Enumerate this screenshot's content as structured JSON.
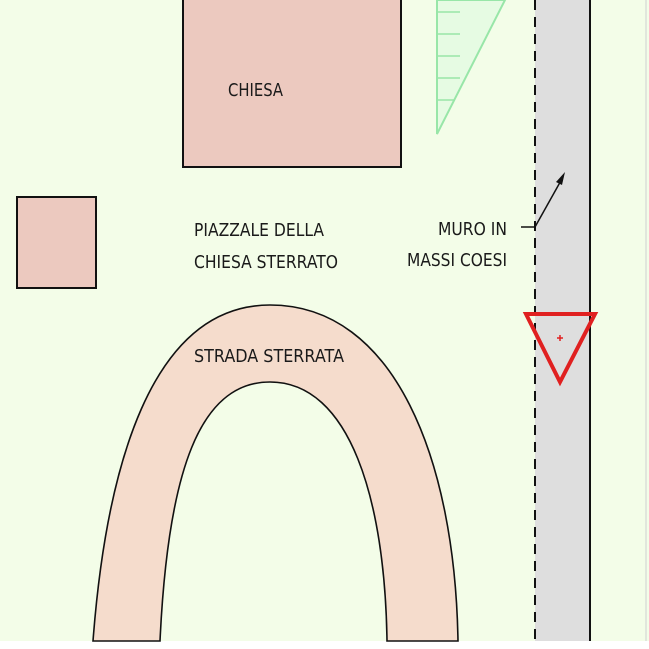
{
  "plan": {
    "labels": {
      "church": "CHIESA",
      "square_line1": "PIAZZALE DELLA",
      "square_line2": "CHIESA STERRATO",
      "road": "STRADA STERRATA",
      "wall_line1": "MURO IN",
      "wall_line2": "MASSI COESI"
    }
  },
  "colors": {
    "background": "#f3fde8",
    "building_fill": "#ecc9bf",
    "road_fill": "#f5dccc",
    "paved_road_fill": "#dedede",
    "ramp_stroke": "#98e6a8",
    "ramp_fill": "#e6fbe3",
    "yield_sign": "#e02020",
    "line": "#111111"
  },
  "icons": {
    "sign": "yield-sign-icon",
    "leader": "arrow-leader-icon"
  }
}
